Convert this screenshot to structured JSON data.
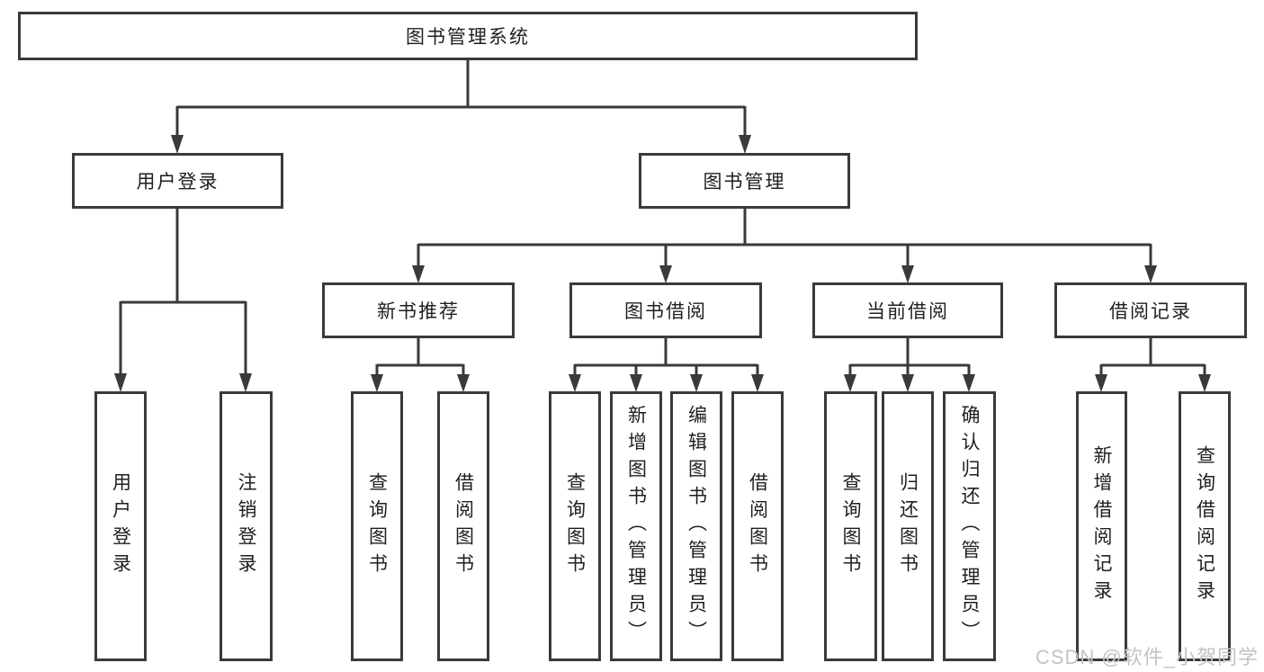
{
  "diagram_title": "图书管理系统",
  "tree": {
    "root": {
      "label": "图书管理系统"
    },
    "branches": [
      {
        "label": "用户登录",
        "children": [
          {
            "label": "用户登录"
          },
          {
            "label": "注销登录"
          }
        ]
      },
      {
        "label": "图书管理",
        "children": [
          {
            "label": "新书推荐",
            "children": [
              {
                "label": "查询图书"
              },
              {
                "label": "借阅图书"
              }
            ]
          },
          {
            "label": "图书借阅",
            "children": [
              {
                "label": "查询图书"
              },
              {
                "label": "新增图书（管理员）"
              },
              {
                "label": "编辑图书（管理员）"
              },
              {
                "label": "借阅图书"
              }
            ]
          },
          {
            "label": "当前借阅",
            "children": [
              {
                "label": "查询图书"
              },
              {
                "label": "归还图书"
              },
              {
                "label": "确认归还（管理员）"
              }
            ]
          },
          {
            "label": "借阅记录",
            "children": [
              {
                "label": "新增借阅记录"
              },
              {
                "label": "查询借阅记录"
              }
            ]
          }
        ]
      }
    ]
  },
  "watermark": {
    "text": "CSDN @软件_小贺同学"
  },
  "colors": {
    "line": "#3a3a3a",
    "box_border": "#3a3a3a",
    "box_background": "#ffffff",
    "text": "#1f1f1f",
    "watermark_text": "#c3c3c3",
    "page_background": "#ffffff"
  }
}
